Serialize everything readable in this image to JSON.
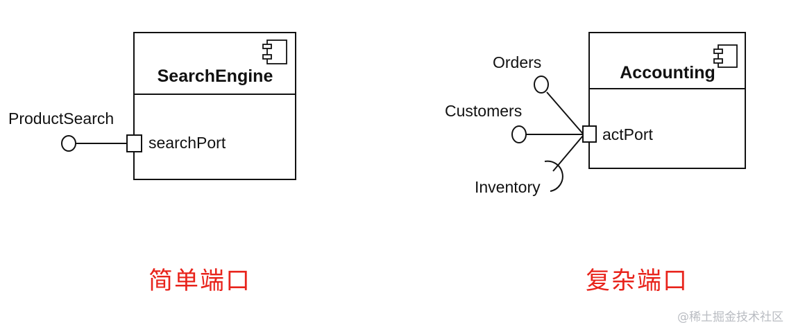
{
  "colors": {
    "line": "#111111",
    "caption": "#e8231b",
    "watermark": "#b9bcc2",
    "background": "#ffffff"
  },
  "simple": {
    "component_name": "SearchEngine",
    "port_name": "searchPort",
    "interface_name": "ProductSearch",
    "icon": "component-icon",
    "caption": "简单端口"
  },
  "complex": {
    "component_name": "Accounting",
    "port_name": "actPort",
    "interfaces": [
      "Orders",
      "Customers",
      "Inventory"
    ],
    "icon": "component-icon",
    "caption": "复杂端口"
  },
  "watermark": "@稀土掘金技术社区"
}
